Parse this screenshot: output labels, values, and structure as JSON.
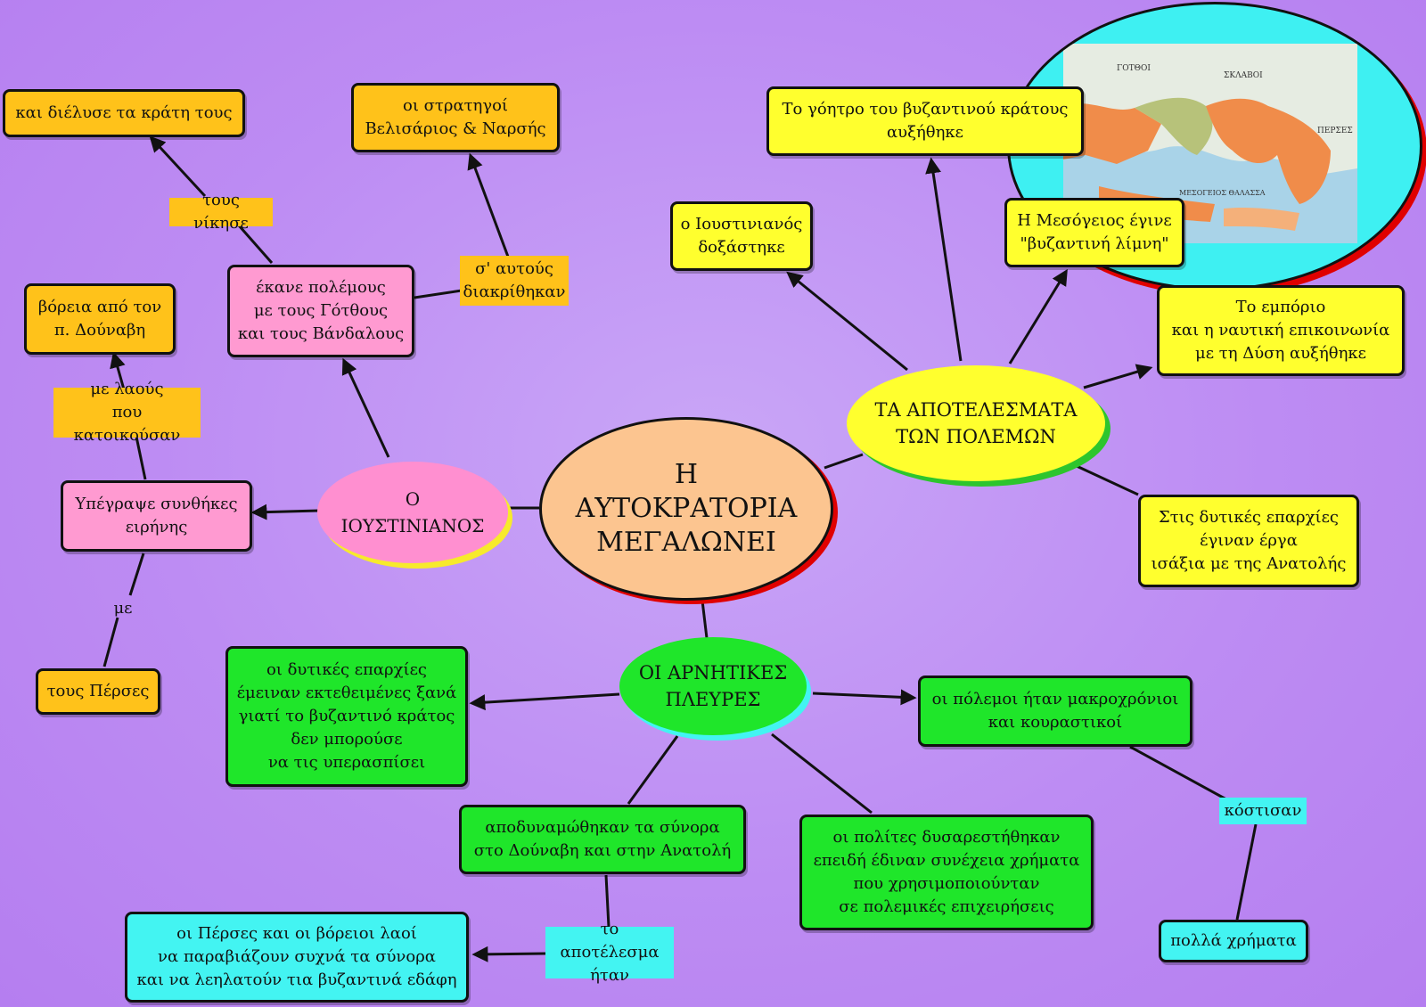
{
  "center": {
    "title": "Η\nΑΥΤΟΚΡΑΤΟΡΙΑ\nΜΕΓΑΛΩΝΕΙ"
  },
  "ioustinianos": {
    "title": "Ο\nΙΟΥΣΤΙΝΙΑΝΟΣ",
    "wars": "έκανε πολέμους\nμε τους Γότθους\nκαι τους Βάνδαλους",
    "treaties": "Υπέγραψε συνθήκες\nειρήνης",
    "label_beat": "τους νίκησε",
    "dissolved": "και διέλυσε τα κράτη τους",
    "label_distinguished": "σ' αυτούς\nδιακρίθηκαν",
    "generals": "οι στρατηγοί\nΒελισάριος & Ναρσής",
    "label_peoples": "με λαούς\nπου κατοικούσαν",
    "north_danube": "βόρεια από τον\nπ. Δούναβη",
    "label_with": "με",
    "persians": "τους Πέρσες"
  },
  "results": {
    "title": "ΤΑ ΑΠΟΤΕΛΕΣΜΑΤΑ\nΤΩΝ ΠΟΛΕΜΩΝ",
    "prestige": "Το γόητρο του βυζαντινού κράτους\nαυξήθηκε",
    "glorified": "ο Ιουστινιανός\nδοξάστηκε",
    "mediterranean": "Η Μεσόγειος έγινε\n\"βυζαντινή λίμνη\"",
    "trade": "Το εμπόριο\nκαι η ναυτική επικοινωνία\nμε τη Δύση αυξήθηκε",
    "works": "Στις δυτικές επαρχίες\nέγιναν έργα\nισάξια με της Ανατολής"
  },
  "negatives": {
    "title": "ΟΙ ΑΡΝΗΤΙΚΕΣ\nΠΛΕΥΡΕΣ",
    "exposed": "οι δυτικές επαρχίες\nέμειναν εκτεθειμένες ξανά\nγιατί το βυζαντινό κράτος\nδεν μπορούσε\nνα τις υπερασπίσει",
    "long_wars": "οι πόλεμοι ήταν μακροχρόνιοι\nκαι κουραστικοί",
    "label_cost": "κόστισαν",
    "much_money": "πολλά χρήματα",
    "weakened": "αποδυναμώθηκαν τα σύνορα\nστο Δούναβη και στην Ανατολή",
    "label_result": "το αποτέλεσμα\nήταν",
    "raids": "οι Πέρσες και οι βόρειοι λαοί\nνα παραβιάζουν συχνά τα σύνορα\nκαι να λεηλατούν τια βυζαντινά εδάφη",
    "citizens": "οι πολίτες δυσαρεστήθηκαν\nεπειδή έδιναν συνέχεια χρήματα\nπου χρησιμοποιούνταν\nσε πολεμικές επιχειρήσεις"
  },
  "map": {
    "labels": [
      "ΓΟΤΘΟΙ",
      "ΣΚΛΑΒΟΙ",
      "ΠΕΡΣΕΣ",
      "ΜΕΣΟΓΕΙΟΣ ΘΑΛΑΣΣΑ"
    ]
  },
  "colors": {
    "background": "#bd8cf3",
    "orange_box": "#ffc21a",
    "pink_box": "#ff9ad1",
    "yellow_box": "#ffff2e",
    "green_box": "#1fe62a",
    "cyan_box": "#43f4f2",
    "center_oval": "#fcc590",
    "shadow_red": "#e00000"
  }
}
